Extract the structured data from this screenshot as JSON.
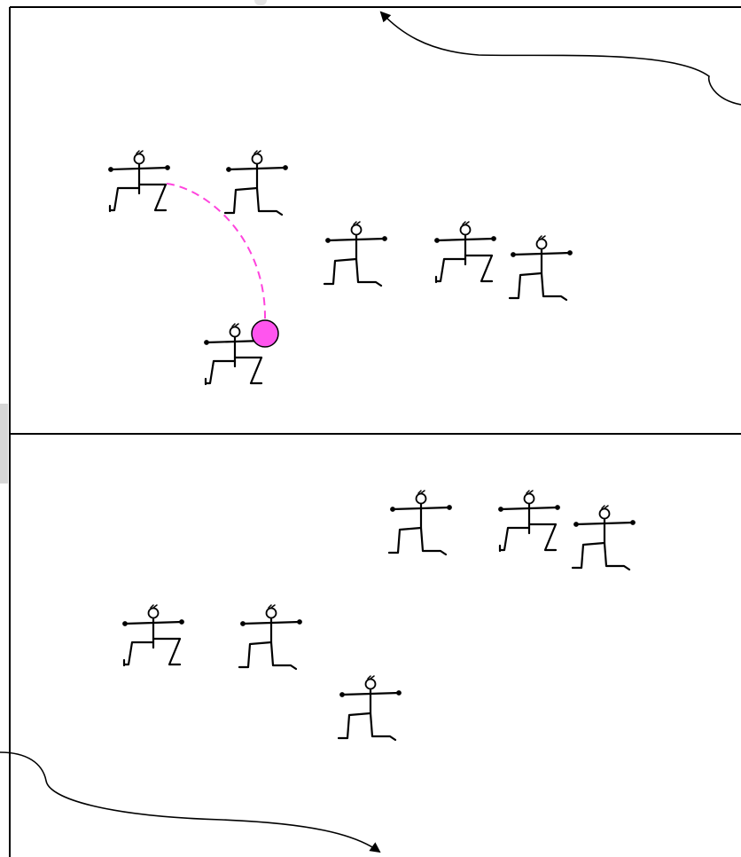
{
  "diagram": {
    "colors": {
      "ink": "#000000",
      "ball": "#ff55ee",
      "pass_path": "#ff44dd",
      "background": "#ffffff"
    },
    "court": {
      "zones": [
        "top-half",
        "bottom-half"
      ],
      "rotation_arrows": [
        "top-right",
        "bottom-left"
      ]
    },
    "players": {
      "top_half": [
        {
          "pose": "lunge"
        },
        {
          "pose": "step"
        },
        {
          "pose": "step"
        },
        {
          "pose": "lunge"
        },
        {
          "pose": "step"
        },
        {
          "pose": "lunge",
          "holds_ball": true
        }
      ],
      "bottom_half": [
        {
          "pose": "step"
        },
        {
          "pose": "lunge"
        },
        {
          "pose": "step"
        },
        {
          "pose": "lunge"
        },
        {
          "pose": "step"
        },
        {
          "pose": "step"
        }
      ]
    },
    "ball": {
      "icon": "ball-icon"
    },
    "pass": {
      "from_player": 1,
      "to_player": 6,
      "style": "dashed"
    }
  }
}
